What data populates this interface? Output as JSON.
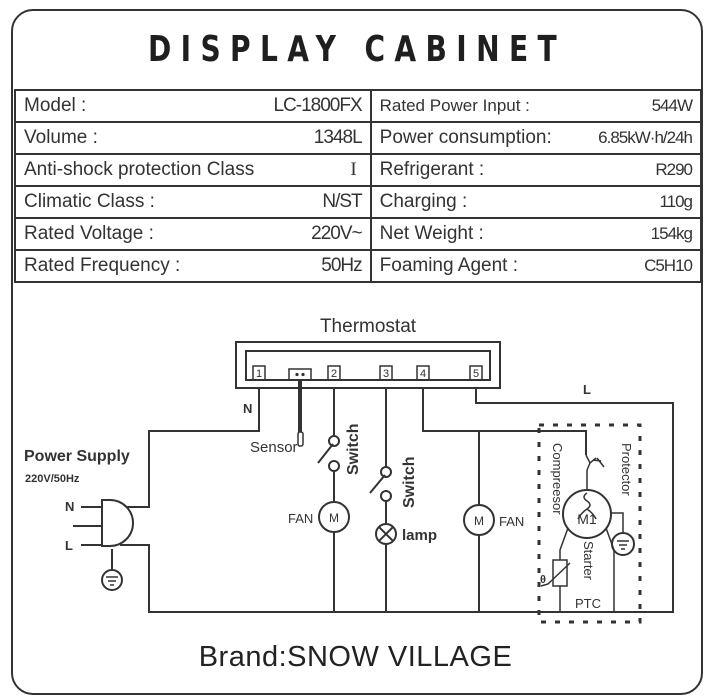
{
  "title": "DISPLAY CABINET",
  "specs": {
    "left": [
      {
        "label": "Model :",
        "value": "LC-1800FX"
      },
      {
        "label": "Volume :",
        "value": "1348L"
      },
      {
        "label": "Anti-shock protection Class",
        "value": "I"
      },
      {
        "label": "Climatic Class :",
        "value": "N/ST"
      },
      {
        "label": "Rated Voltage :",
        "value": "220V~"
      },
      {
        "label": "Rated Frequency :",
        "value": "50Hz"
      }
    ],
    "right": [
      {
        "label": "Rated Power Input :",
        "value": "544W"
      },
      {
        "label": "Power consumption:",
        "value": "6.85kW·h/24h"
      },
      {
        "label": "Refrigerant :",
        "value": "R290"
      },
      {
        "label": "Charging :",
        "value": "110g"
      },
      {
        "label": "Net Weight :",
        "value": "154kg"
      },
      {
        "label": "Foaming Agent :",
        "value": "C5H10"
      }
    ]
  },
  "diagram": {
    "thermostat_label": "Thermostat",
    "terminals": [
      "1",
      "2",
      "3",
      "4",
      "5"
    ],
    "sensor_terminal": "oo",
    "sensor_label": "Sensor",
    "neutral_label": "N",
    "live_label": "L",
    "power_supply": {
      "title": "Power Supply",
      "rating": "220V/50Hz",
      "pin_n": "N",
      "pin_l": "L"
    },
    "switch1_label": "Switch",
    "switch2_label": "Switch",
    "fan1_label": "FAN",
    "fan2_label": "FAN",
    "motor_symbol": "M",
    "lamp_label": "lamp",
    "compressor_label": "Compreesor",
    "protector_label": "Protector",
    "motor_m1": "M1",
    "starter_label": "Starter",
    "ptc_label": "PTC",
    "theta": "θ"
  },
  "brand": "Brand:SNOW VILLAGE"
}
